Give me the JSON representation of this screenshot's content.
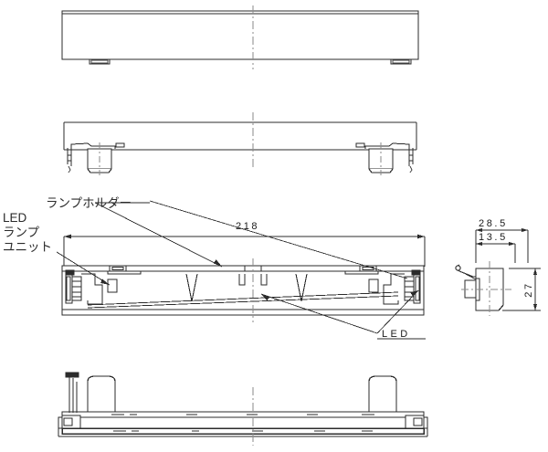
{
  "drawing": {
    "title": "LED lamp unit assembly drawing",
    "background_color": "#ffffff",
    "line_color": "#262626",
    "centerline_color": "#8a8a8a",
    "text_color": "#1f1f1f"
  },
  "labels": {
    "lamp_holder": "ランプホルダー",
    "led_lamp_unit_line1": "LED",
    "led_lamp_unit_line2": "ランプ",
    "led_lamp_unit_line3": "ユニット",
    "led_callout": "LED"
  },
  "dimensions": {
    "overall_length": "218",
    "width_outer": "28.5",
    "width_inner": "13.5",
    "height": "27"
  },
  "views": [
    {
      "name": "top-view",
      "label": ""
    },
    {
      "name": "front-view",
      "label": ""
    },
    {
      "name": "section-view",
      "label": ""
    },
    {
      "name": "side-view",
      "label": ""
    },
    {
      "name": "bottom-view",
      "label": ""
    }
  ]
}
